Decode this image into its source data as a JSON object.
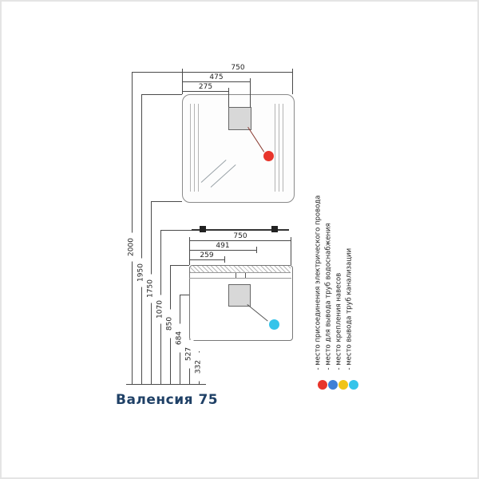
{
  "page": {
    "title": "Валенсия 75"
  },
  "mirror": {
    "dims": {
      "total": "750",
      "mid": "475",
      "inner": "275"
    },
    "marker_color": "#e8352b"
  },
  "cabinet": {
    "dims": {
      "total": "750",
      "mid": "491",
      "inner": "259"
    },
    "marker_color": "#35c4ea"
  },
  "heights": [
    "2000",
    "1950",
    "1750",
    "1070",
    "850",
    "684",
    "527",
    "332"
  ],
  "legend": {
    "items": [
      {
        "name": "electrical",
        "text": "- место присоединения электрического провода",
        "color": "#e8352b"
      },
      {
        "name": "water-supply",
        "text": "- место для вывода труб водоснабжения",
        "color": "#3f7fd6"
      },
      {
        "name": "mounting",
        "text": "- место крепления навесов",
        "color": "#f0c417"
      },
      {
        "name": "sewage",
        "text": "- место вывода труб канализации",
        "color": "#35c4ea"
      }
    ]
  }
}
